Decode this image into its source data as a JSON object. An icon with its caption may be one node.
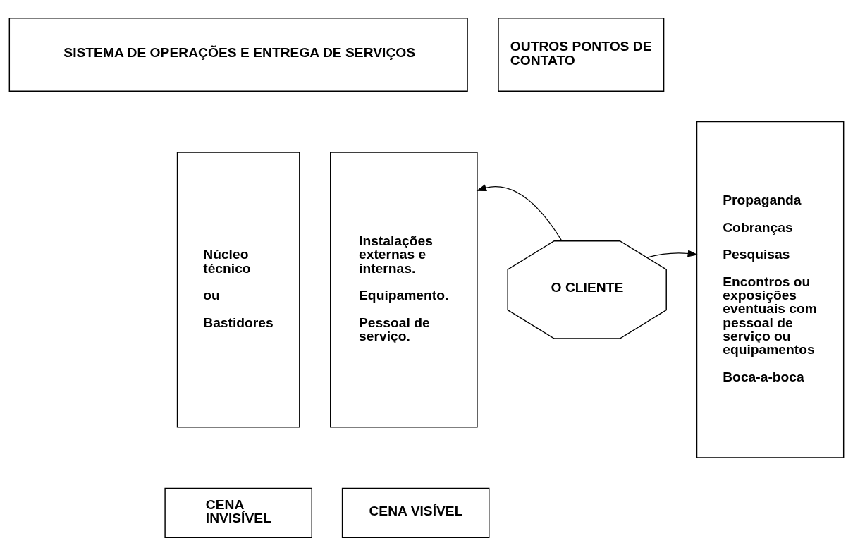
{
  "diagram": {
    "nodes": [
      {
        "text": [
          "SISTEMA DE OPERAÇÕES E ENTREGA DE SERVIÇOS"
        ]
      },
      {
        "text": [
          "OUTROS PONTOS DE CONTATO"
        ]
      },
      {
        "text": [
          "Núcleo técnico",
          "ou",
          "Bastidores"
        ]
      },
      {
        "text": [
          "Instalações externas e internas.",
          "Equipamento.",
          "Pessoal de serviço."
        ]
      },
      {
        "text": [
          "O CLIENTE"
        ]
      },
      {
        "text": [
          "Propaganda",
          "Cobranças",
          "Pesquisas",
          "Encontros ou exposições eventuais com pessoal de serviço ou equipamentos",
          "Boca-a-boca"
        ]
      },
      {
        "text": [
          "CENA INVISÍVEL"
        ]
      },
      {
        "text": [
          "CENA VISÍVEL"
        ]
      }
    ],
    "edges": [
      {
        "from": 4,
        "to": 3,
        "arrow": "to"
      },
      {
        "from": 4,
        "to": 5,
        "arrow": "to"
      }
    ]
  }
}
